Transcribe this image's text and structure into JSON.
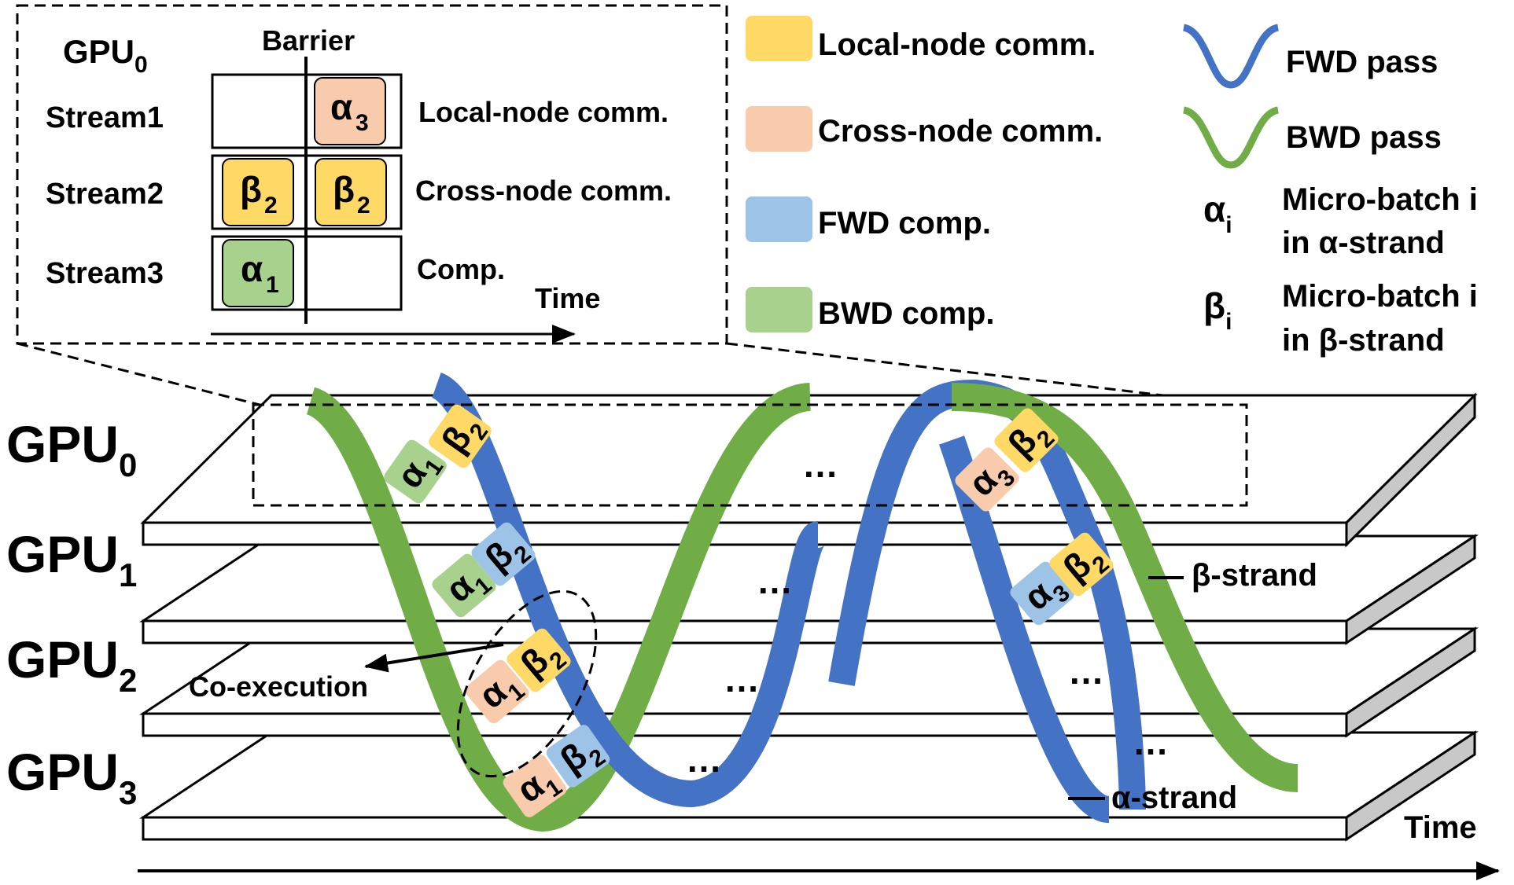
{
  "inset": {
    "gpu": "GPU",
    "gpu_sub": "0",
    "barrier": "Barrier",
    "streams": [
      "Stream1",
      "Stream2",
      "Stream3"
    ],
    "row_labels": [
      "Local-node comm.",
      "Cross-node comm.",
      "Comp."
    ],
    "time": "Time",
    "chips": [
      {
        "letter": "α",
        "sub": "3"
      },
      {
        "letter": "β",
        "sub": "2"
      },
      {
        "letter": "β",
        "sub": "2"
      },
      {
        "letter": "α",
        "sub": "1"
      }
    ]
  },
  "legend": {
    "items": [
      {
        "label": "Local-node comm.",
        "color": "#FFD966"
      },
      {
        "label": "Cross-node comm.",
        "color": "#F8CBAD"
      },
      {
        "label": "FWD comp.",
        "color": "#9DC3E6"
      },
      {
        "label": "BWD comp.",
        "color": "#A9D18E"
      }
    ],
    "fwd_pass": "FWD pass",
    "bwd_pass": "BWD pass",
    "fwd_color": "#4472C4",
    "bwd_color": "#70AD47",
    "alpha_sym": "α",
    "alpha_sub": "i",
    "alpha_desc": [
      "Micro-batch i",
      "in α-strand"
    ],
    "beta_sym": "β",
    "beta_sub": "i",
    "beta_desc": [
      "Micro-batch i",
      "in β-strand"
    ]
  },
  "main": {
    "gpus": [
      {
        "name": "GPU",
        "sub": "0"
      },
      {
        "name": "GPU",
        "sub": "1"
      },
      {
        "name": "GPU",
        "sub": "2"
      },
      {
        "name": "GPU",
        "sub": "3"
      }
    ],
    "ellipsis": "…",
    "beta_strand": "β-strand",
    "alpha_strand": "α-strand",
    "co_execution": "Co-execution",
    "time": "Time",
    "chips": [
      {
        "letter": "α",
        "sub": "1"
      },
      {
        "letter": "β",
        "sub": "2"
      },
      {
        "letter": "α",
        "sub": "3"
      },
      {
        "letter": "β",
        "sub": "2"
      },
      {
        "letter": "α",
        "sub": "1"
      },
      {
        "letter": "β",
        "sub": "2"
      },
      {
        "letter": "α",
        "sub": "3"
      },
      {
        "letter": "β",
        "sub": "2"
      },
      {
        "letter": "α",
        "sub": "1"
      },
      {
        "letter": "β",
        "sub": "2"
      },
      {
        "letter": "α",
        "sub": "1"
      },
      {
        "letter": "β",
        "sub": "2"
      }
    ]
  }
}
